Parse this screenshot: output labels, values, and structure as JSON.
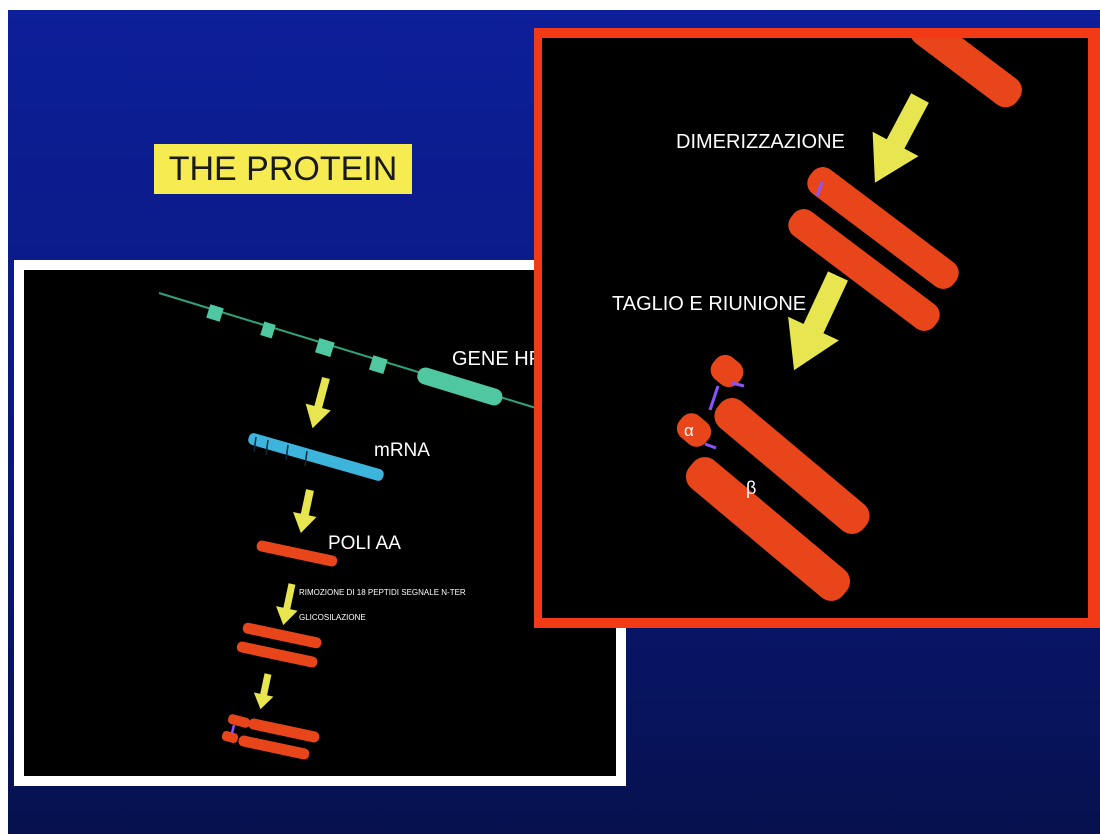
{
  "title": "THE PROTEIN",
  "left_panel": {
    "gene_label": "GENE HP",
    "mrna_label": "mRNA",
    "poly_label": "POLI AA",
    "removal_label": "RIMOZIONE DI 18 PEPTIDI SEGNALE N-TER",
    "glyco_label": "GLICOSILAZIONE"
  },
  "right_panel": {
    "dimer_label": "DIMERIZZAZIONE",
    "cut_label": "TAGLIO E RIUNIONE",
    "alpha_label": "α",
    "beta_label": "β"
  },
  "colors": {
    "background": "#0b1a84",
    "title_box": "#f6ec52",
    "right_border": "#f23a16",
    "gene": "#4fc7a0",
    "mrna": "#3db4dc",
    "protein": "#e8461a",
    "arrow": "#e8e650",
    "bond": "#8a55ff"
  }
}
